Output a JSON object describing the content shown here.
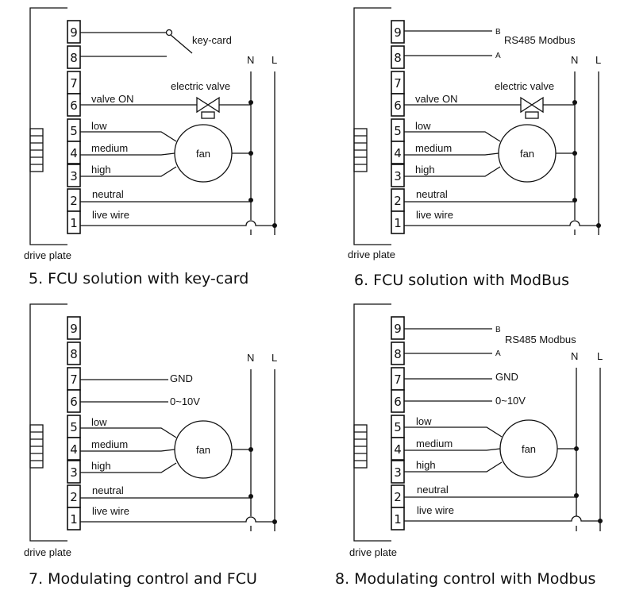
{
  "panels": [
    {
      "caption": "5. FCU solution with key-card",
      "drive_plate": "drive plate",
      "terminals": [
        "9",
        "8",
        "7",
        "6",
        "5",
        "4",
        "3",
        "2",
        "1"
      ],
      "key_card": "key-card",
      "electric_valve": "electric valve",
      "valve_on": "valve ON",
      "low": "low",
      "medium": "medium",
      "high": "high",
      "fan": "fan",
      "neutral": "neutral",
      "live_wire": "live wire",
      "N": "N",
      "L": "L"
    },
    {
      "caption": "6. FCU solution with ModBus",
      "drive_plate": "drive plate",
      "terminals": [
        "9",
        "8",
        "7",
        "6",
        "5",
        "4",
        "3",
        "2",
        "1"
      ],
      "B": "B",
      "A": "A",
      "rs485": "RS485 Modbus",
      "electric_valve": "electric valve",
      "valve_on": "valve ON",
      "low": "low",
      "medium": "medium",
      "high": "high",
      "fan": "fan",
      "neutral": "neutral",
      "live_wire": "live wire",
      "N": "N",
      "L": "L"
    },
    {
      "caption": "7. Modulating control and FCU",
      "drive_plate": "drive plate",
      "terminals": [
        "9",
        "8",
        "7",
        "6",
        "5",
        "4",
        "3",
        "2",
        "1"
      ],
      "gnd": "GND",
      "v010": "0~10V",
      "low": "low",
      "medium": "medium",
      "high": "high",
      "fan": "fan",
      "neutral": "neutral",
      "live_wire": "live wire",
      "N": "N",
      "L": "L"
    },
    {
      "caption": "8. Modulating control with Modbus",
      "drive_plate": "drive plate",
      "terminals": [
        "9",
        "8",
        "7",
        "6",
        "5",
        "4",
        "3",
        "2",
        "1"
      ],
      "B": "B",
      "A": "A",
      "rs485": "RS485 Modbus",
      "gnd": "GND",
      "v010": "0~10V",
      "low": "low",
      "medium": "medium",
      "high": "high",
      "fan": "fan",
      "neutral": "neutral",
      "live_wire": "live wire",
      "N": "N",
      "L": "L"
    }
  ]
}
